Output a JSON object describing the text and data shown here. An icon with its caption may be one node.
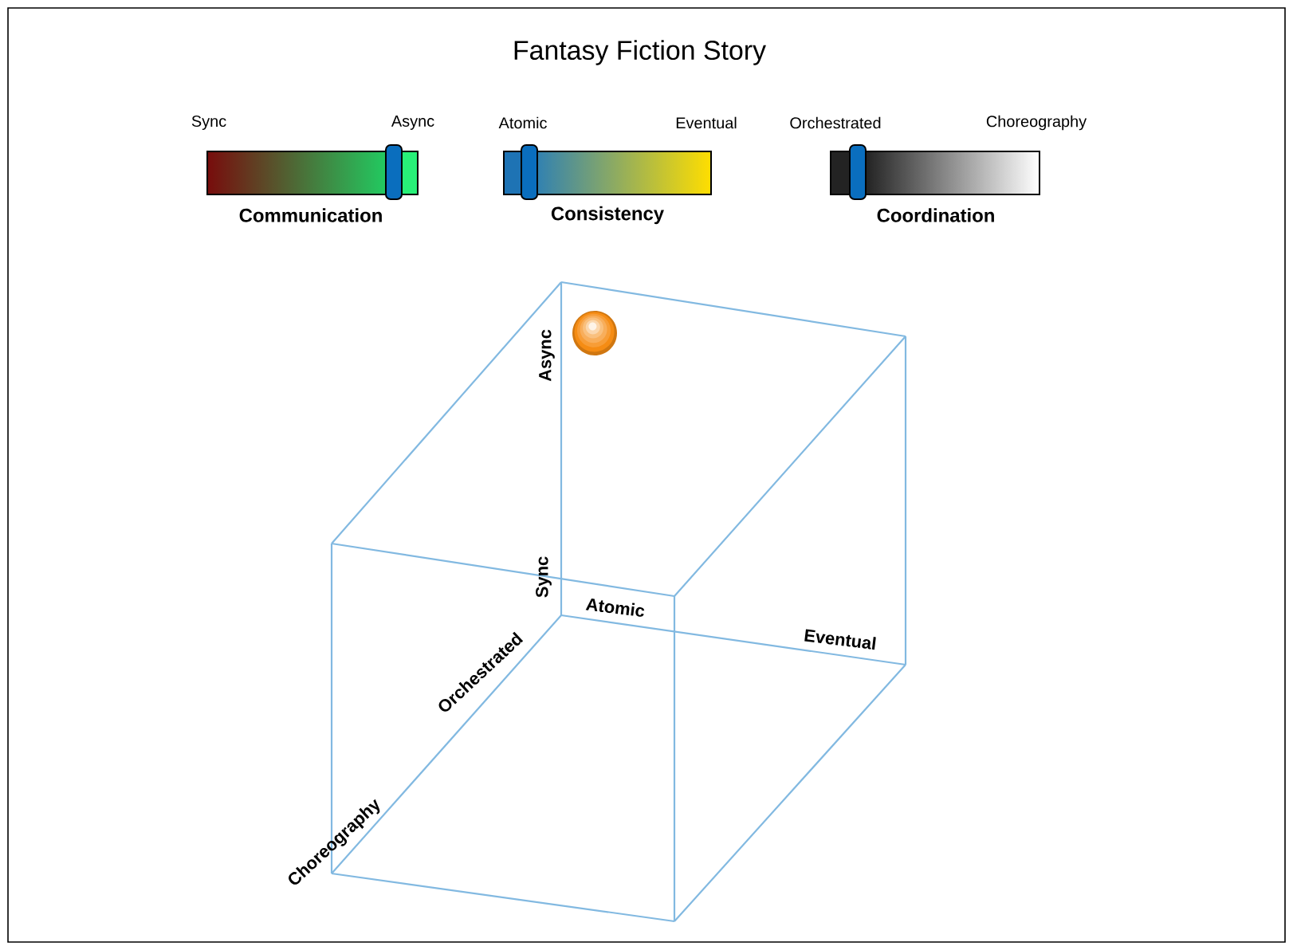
{
  "diagram": {
    "title": "Fantasy Fiction Story",
    "labels": [
      "Sync",
      "Async",
      "Atomic",
      "Eventual",
      "Orchestrated",
      "Choreography",
      "Communication",
      "Consistency",
      "Coordination",
      "Async",
      "Sync",
      "Atomic",
      "Eventual",
      "Orchestrated",
      "Choreography"
    ]
  }
}
